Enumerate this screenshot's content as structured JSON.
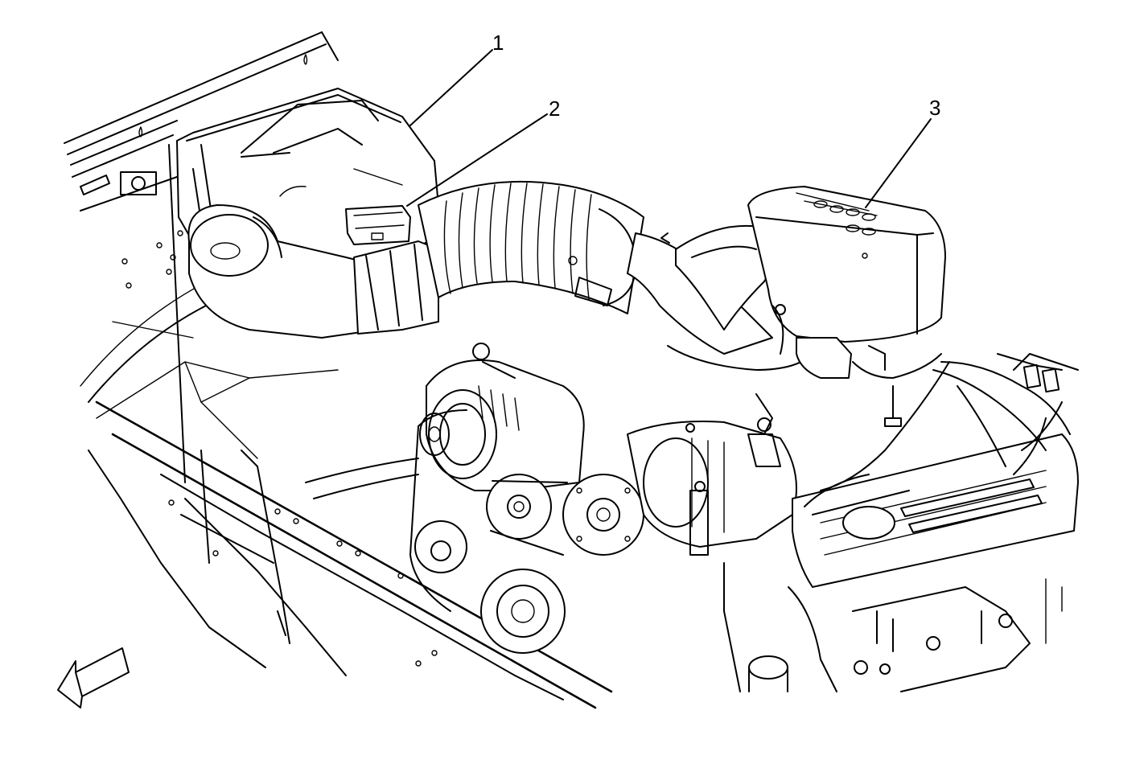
{
  "callouts": [
    {
      "id": "1",
      "label": "1"
    },
    {
      "id": "2",
      "label": "2"
    },
    {
      "id": "3",
      "label": "3"
    }
  ],
  "colors": {
    "background": "#ffffff",
    "line": "#000000"
  },
  "icons": {
    "front_direction_arrow": "arrow-down-left-icon"
  }
}
